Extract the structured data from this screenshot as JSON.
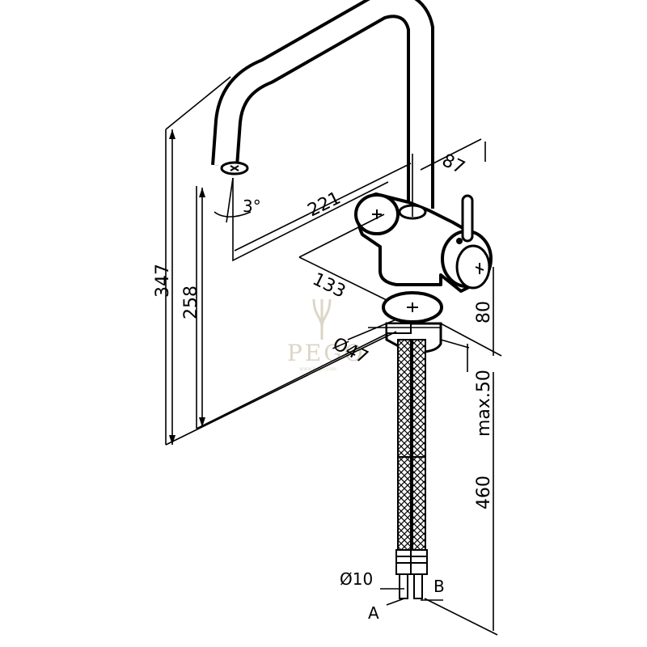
{
  "dimensions": {
    "height_total": "347",
    "height_spout": "258",
    "reach": "221",
    "body_width": "87",
    "depth": "133",
    "body_height": "80",
    "base_diameter": "Ø47",
    "max_deck": "max.50",
    "hose_length": "460",
    "hose_diameter": "Ø10",
    "angle": "3°",
    "label_a": "A",
    "label_b": "B"
  },
  "watermark": {
    "brand": "PEGO",
    "tagline": "www.pego.com",
    "color": "#d9d2c2"
  },
  "colors": {
    "line": "#000000",
    "background": "#ffffff"
  }
}
